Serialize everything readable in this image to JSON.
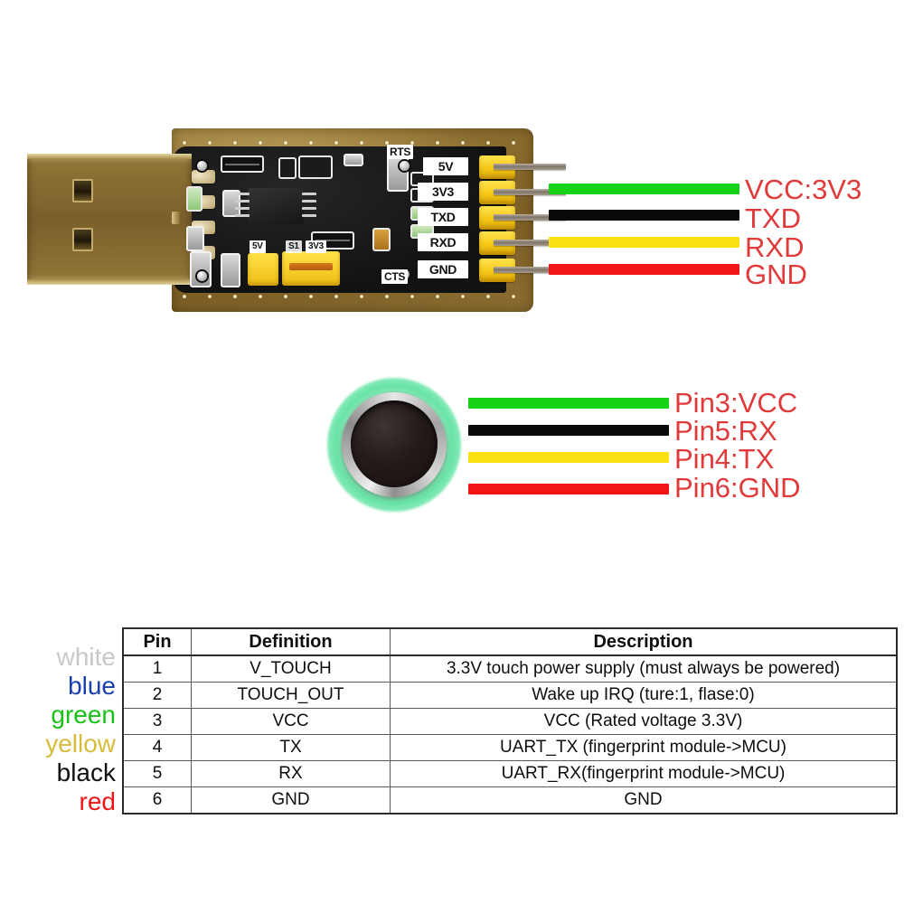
{
  "adapter": {
    "board_name": "usb-to-ttl-serial-adapter",
    "silkscreen": {
      "rts": "RTS",
      "cts": "CTS",
      "pin_5v": "5V",
      "pin_3v3": "3V3",
      "pin_txd": "TXD",
      "pin_rxd": "RXD",
      "pin_gnd": "GND",
      "jumper_5v": "5V",
      "jumper_3v3": "3V3",
      "jumper_sel": "S1"
    },
    "header_pins": [
      "5V",
      "3V3",
      "TXD",
      "RXD",
      "GND"
    ],
    "wire_labels": [
      {
        "color": "#16d216",
        "color_name": "green",
        "text": "VCC:3V3"
      },
      {
        "color": "#0a0a0a",
        "color_name": "black",
        "text": "TXD"
      },
      {
        "color": "#fbe112",
        "color_name": "yellow",
        "text": "RXD"
      },
      {
        "color": "#f41616",
        "color_name": "red",
        "text": "GND"
      }
    ]
  },
  "sensor": {
    "module_name": "capacitive-fingerprint-sensor",
    "ring_color": "#5fe1a0",
    "wire_labels": [
      {
        "color": "#16d216",
        "color_name": "green",
        "text": "Pin3:VCC"
      },
      {
        "color": "#0a0a0a",
        "color_name": "black",
        "text": "Pin5:RX"
      },
      {
        "color": "#fbe112",
        "color_name": "yellow",
        "text": "Pin4:TX"
      },
      {
        "color": "#f41616",
        "color_name": "red",
        "text": "Pin6:GND"
      }
    ]
  },
  "wire_color_legend": [
    {
      "label": "white",
      "color": "#c8c8c8"
    },
    {
      "label": "blue",
      "color": "#1a3fb0"
    },
    {
      "label": "green",
      "color": "#17c217"
    },
    {
      "label": "yellow",
      "color": "#d7bc3a"
    },
    {
      "label": "black",
      "color": "#111111"
    },
    {
      "label": "red",
      "color": "#f01414"
    }
  ],
  "pin_table": {
    "headers": [
      "Pin",
      "Definition",
      "Description"
    ],
    "rows": [
      {
        "pin": "1",
        "definition": "V_TOUCH",
        "description": "3.3V touch power supply (must always be powered)"
      },
      {
        "pin": "2",
        "definition": "TOUCH_OUT",
        "description": "Wake up IRQ (ture:1, flase:0)"
      },
      {
        "pin": "3",
        "definition": "VCC",
        "description": "VCC (Rated voltage 3.3V)"
      },
      {
        "pin": "4",
        "definition": "TX",
        "description": "UART_TX (fingerprint module->MCU)"
      },
      {
        "pin": "5",
        "definition": "RX",
        "description": "UART_RX(fingerprint module->MCU)"
      },
      {
        "pin": "6",
        "definition": "GND",
        "description": "GND"
      }
    ]
  }
}
